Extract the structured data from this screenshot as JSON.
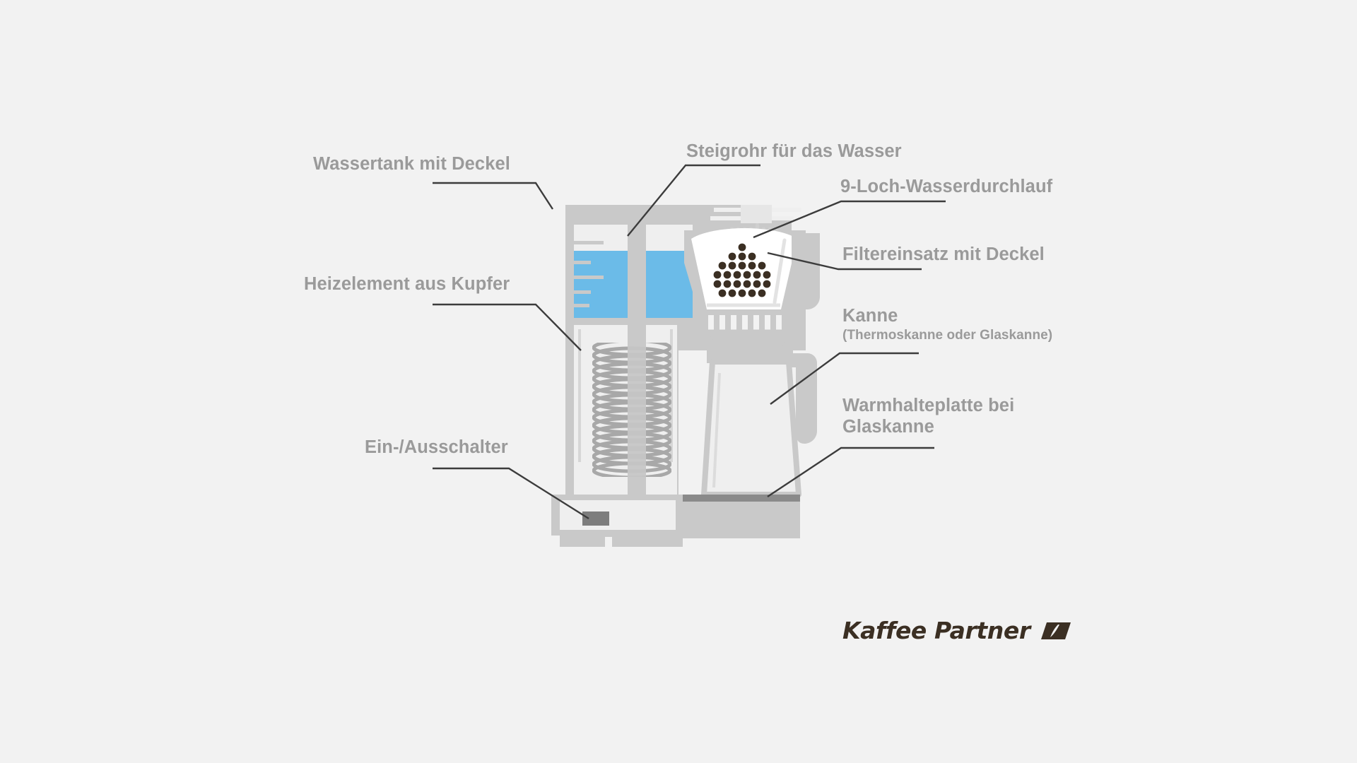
{
  "page": {
    "background_color": "#f2f2f2",
    "title": "Kaffeemaschine Querschnitt"
  },
  "colors": {
    "background": "#f2f2f2",
    "label_text": "#9a9a9a",
    "leader_line": "#3c3c3c",
    "machine_body": "#c9c9c9",
    "machine_light": "#efefef",
    "machine_mid": "#d6d6d6",
    "coil": "#a8a8a8",
    "water": "#6bbbe8",
    "switch": "#7d7d7d",
    "warming_plate": "#8a8a8a",
    "filter_white": "#ffffff",
    "coffee_bean": "#3b2f23",
    "logo": "#3b2f23"
  },
  "labels": [
    {
      "id": "wassertank",
      "text": "Wassertank mit Deckel",
      "side": "left"
    },
    {
      "id": "heizelement",
      "text": "Heizelement aus Kupfer",
      "side": "left"
    },
    {
      "id": "schalter",
      "text": "Ein-/Ausschalter",
      "side": "left"
    },
    {
      "id": "steigrohr",
      "text": "Steigrohr für das Wasser",
      "side": "top"
    },
    {
      "id": "neunloch",
      "text": "9-Loch-Wasserdurchlauf",
      "side": "right"
    },
    {
      "id": "filtereinsatz",
      "text": "Filtereinsatz mit Deckel",
      "side": "right"
    },
    {
      "id": "kanne",
      "text": "Kanne",
      "subtext": "(Thermoskanne oder Glaskanne)",
      "side": "right"
    },
    {
      "id": "warmhalteplatte",
      "line1": "Warmhalteplatte bei",
      "line2": "Glaskanne",
      "side": "right"
    }
  ],
  "logo": {
    "text": "Kaffee Partner",
    "mark": "coffee-bean-mark"
  },
  "illustration": {
    "name": "filter-coffee-machine-cutaway",
    "water_tank": {
      "fill_level_label": "water",
      "scale_marks": 5
    },
    "filter": {
      "bean_dot_rows": 5,
      "water_holes": 9
    },
    "heating_element": {
      "coil_turns": 17
    }
  }
}
